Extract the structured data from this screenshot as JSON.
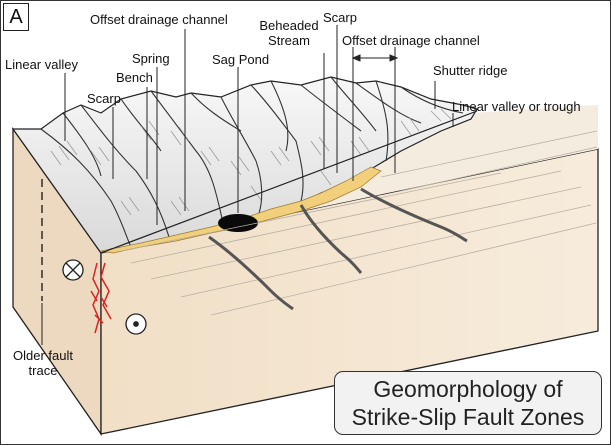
{
  "panel_letter": "A",
  "title_lines": [
    "Geomorphology of",
    "Strike-Slip Fault Zones"
  ],
  "labels": {
    "offset_drainage_channel_left": "Offset drainage channel",
    "beheaded_stream": [
      "Beheaded",
      "Stream"
    ],
    "scarp_top": "Scarp",
    "offset_drainage_channel_right": "Offset drainage channel",
    "linear_valley": "Linear valley",
    "spring": "Spring",
    "sag_pond": "Sag Pond",
    "shutter_ridge": "Shutter ridge",
    "bench": "Bench",
    "scarp_left": "Scarp",
    "linear_valley_or_trough": "Linear valley or trough",
    "older_fault_trace": [
      "Older fault",
      "trace"
    ]
  },
  "colors": {
    "block_side": "#f4e6d3",
    "block_top_left": "#f1e3cf",
    "terrain": "#ececec",
    "sediment": "#f2cf7a",
    "sag_pond": "#0a0a0a",
    "fault_red": "#dd2222",
    "outline": "#222222"
  },
  "symbols": {
    "away_from_viewer": "circle-cross",
    "toward_viewer": "circle-dot"
  }
}
